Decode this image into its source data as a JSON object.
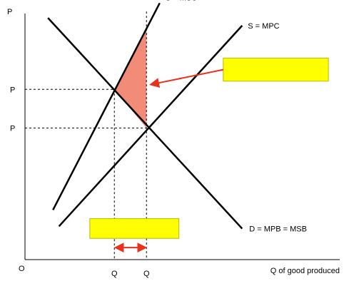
{
  "chart_data": {
    "type": "line",
    "title": "",
    "ylabel": "P",
    "xlabel": "Q of good produced",
    "origin_label": "O",
    "xlim": [
      0,
      100
    ],
    "ylim": [
      0,
      100
    ],
    "series": [
      {
        "name": "S = MSC",
        "x": [
          8.9,
          42.8
        ],
        "y": [
          19.4,
          100.2
        ]
      },
      {
        "name": "S = MPC",
        "x": [
          10.8,
          69.0
        ],
        "y": [
          13.0,
          91.4
        ]
      },
      {
        "name": "D = MPB = MSB",
        "x": [
          7.3,
          69.0
        ],
        "y": [
          94.4,
          12.1
        ]
      }
    ],
    "price_ticks": [
      {
        "label": "P",
        "value": 66.5
      },
      {
        "label": "P",
        "value": 51.4
      }
    ],
    "quantity_ticks": [
      {
        "label": "Q",
        "value": 28.4
      },
      {
        "label": "Q",
        "value": 38.6
      }
    ],
    "shaded_region": {
      "x": [
        28.4,
        38.6,
        38.6
      ],
      "y": [
        66.5,
        51.4,
        90.4
      ],
      "color": "#f28b78"
    },
    "annotations": [
      {
        "type": "label-box",
        "text": "",
        "x_range": [
          63.0,
          96.4
        ],
        "y_range": [
          69.7,
          78.7
        ],
        "color": "#ffff00"
      },
      {
        "type": "label-box",
        "text": "",
        "x_range": [
          20.6,
          48.9
        ],
        "y_range": [
          8.3,
          16.0
        ],
        "color": "#ffff00"
      }
    ],
    "arrows": [
      {
        "from": [
          63.0,
          74.2
        ],
        "to": [
          40.1,
          68.4
        ],
        "color": "#e8321e"
      },
      {
        "from": [
          28.9,
          4.7
        ],
        "to": [
          38.2,
          4.7
        ],
        "color": "#e8321e",
        "double": true
      }
    ],
    "guides": {
      "dashed": true,
      "color": "#000000"
    },
    "grid": false,
    "legend": "none"
  }
}
